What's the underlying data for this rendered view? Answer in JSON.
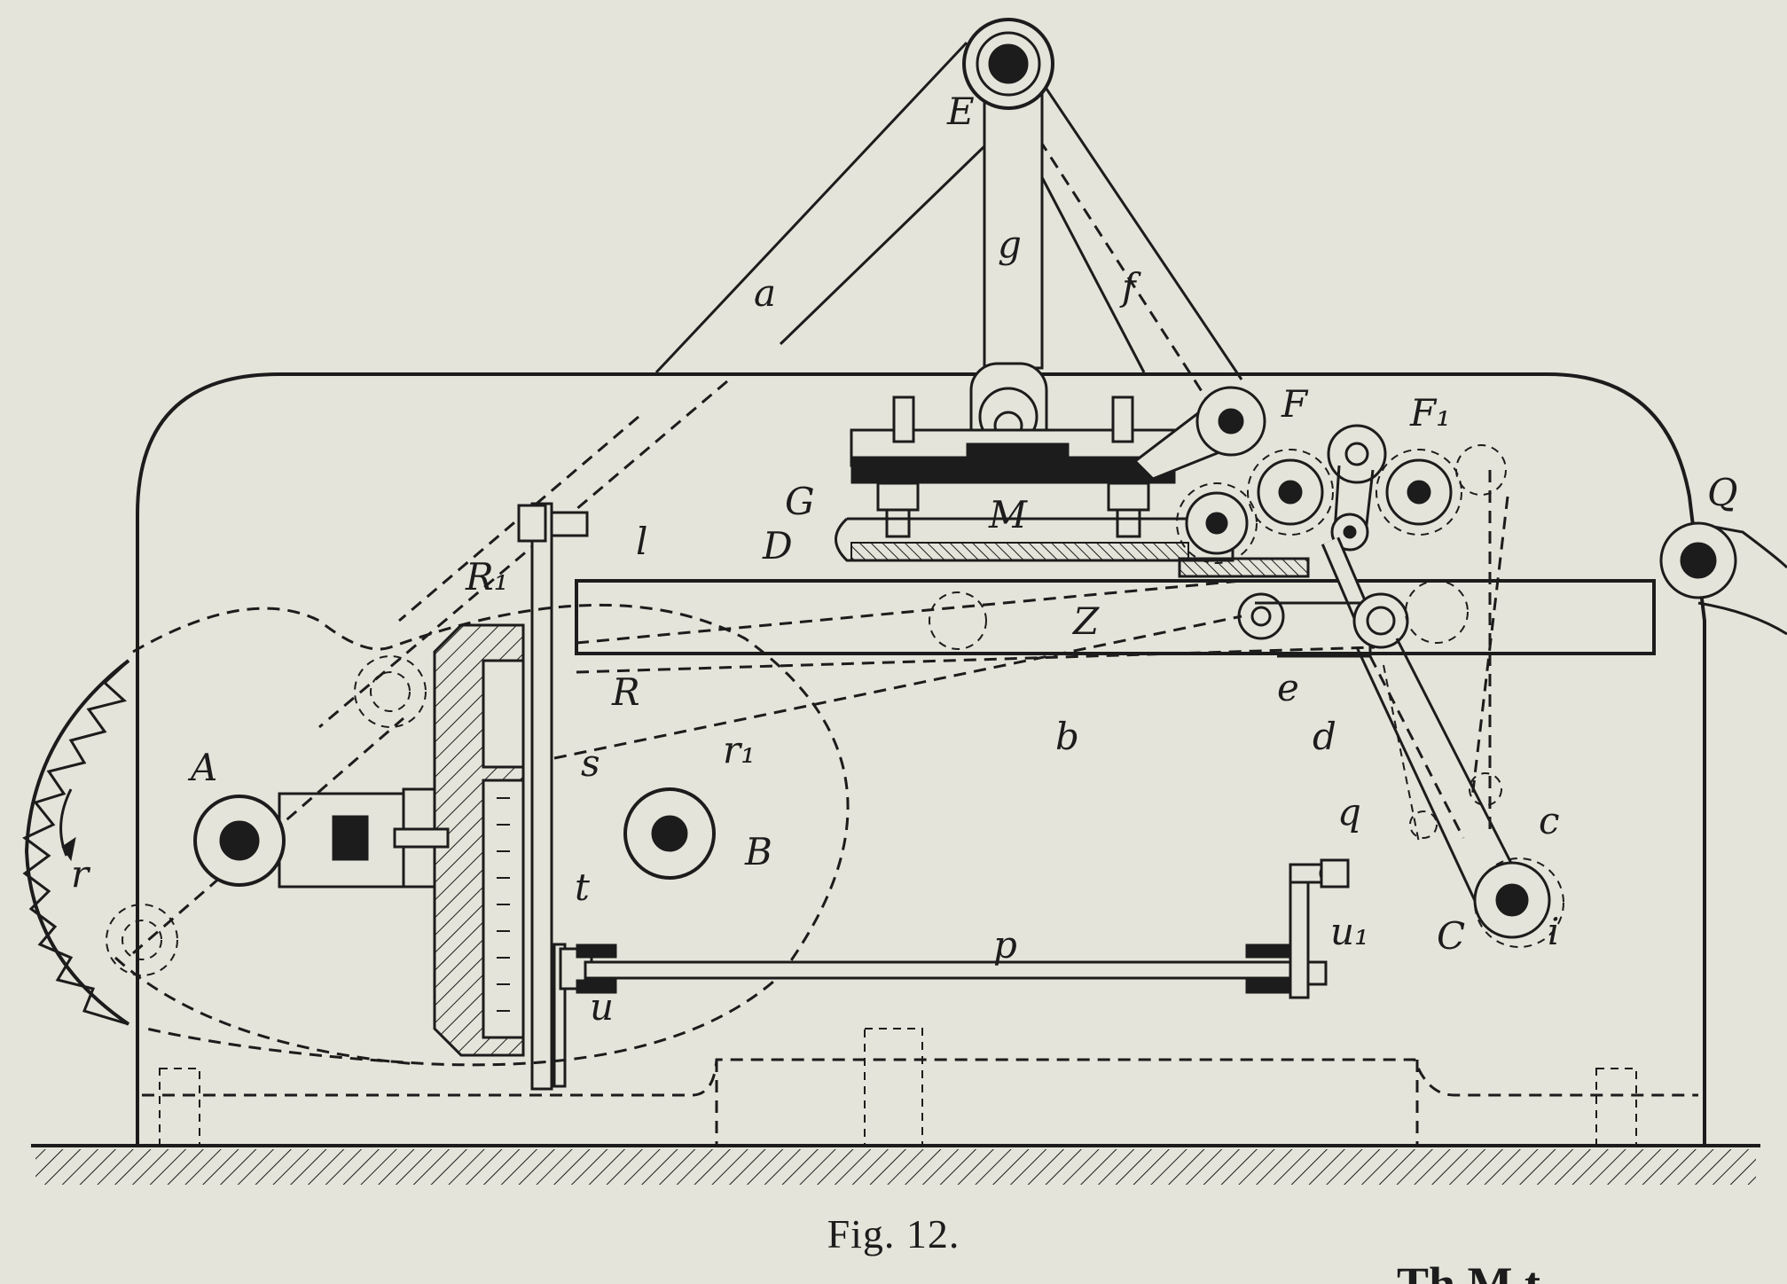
{
  "figure": {
    "caption": "Fig. 12.",
    "cut_off_text": "Th  M  t",
    "labels": {
      "E": "E",
      "g": "g",
      "a": "a",
      "f": "f",
      "F": "F",
      "F1": "F₁",
      "Q": "Q",
      "G": "G",
      "D": "D",
      "M": "M",
      "l": "l",
      "R1": "R₁",
      "Z": "Z",
      "R": "R",
      "e": "e",
      "b": "b",
      "d": "d",
      "r1": "r₁",
      "s": "s",
      "A": "A",
      "B": "B",
      "t": "t",
      "q": "q",
      "c": "c",
      "r": "r",
      "u1": "u₁",
      "C": "C",
      "i": "i",
      "p": "p",
      "u": "u"
    }
  }
}
